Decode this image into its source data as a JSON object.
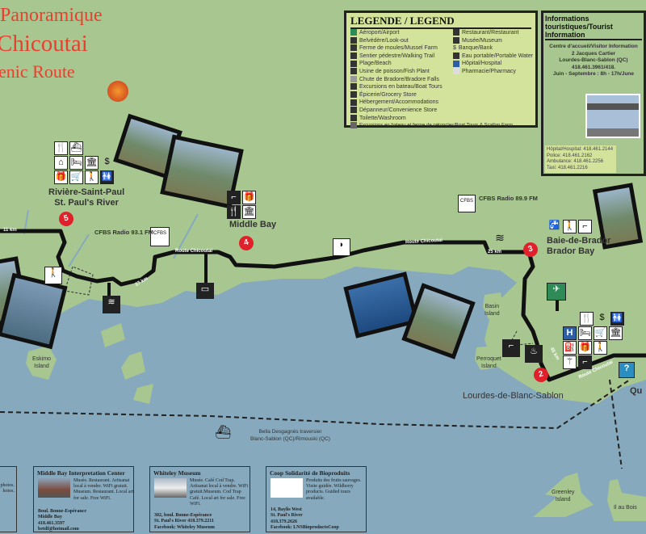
{
  "title": {
    "line1": "Panoramique",
    "line2": "Chicoutai",
    "line3": "enic Route"
  },
  "legend": {
    "heading": "LEGENDE / LEGEND",
    "left": [
      "Aéroport/Airport",
      "Belvédère/Look-out",
      "Ferme de moules/Mussel Farm",
      "Sentier pédestre/Walking Trail",
      "Plage/Beach",
      "Usine de poisson/Fish Plant",
      "Chute de Bradore/Bradore Falls",
      "Excursions en bateau/Boat Tours",
      "Épicerie/Grocery Store",
      "Hébergement/Accommodations",
      "Dépanneur/Convenience Store",
      "Toilette/Washroom"
    ],
    "right": [
      "Restaurant/Restaurant",
      "Musée/Museum",
      "Banque/Bank",
      "Eau portable/Portable Water",
      "Hôpital/Hospital",
      "Pharmacie/Pharmacy"
    ],
    "footer": "Excursions en bateau et ferme de pétoncles/Boat Tours & Scallop Farm"
  },
  "info": {
    "heading": "Informations touristiques/Tourist Information",
    "lines": [
      "Centre d'accueil/Visitor Information",
      "2 Jacques Cartier",
      "Lourdes-Blanc-Sablon (QC)",
      "418.461.3961/418.",
      "Juin - Septembre : 8h - 17h/June"
    ],
    "emergency": [
      "Hôpital/Hospital: 418.461.2144",
      "Police: 418.461.2162",
      "Ambulance: 418.461.2256",
      "Taxi: 418.461.2216"
    ]
  },
  "places": {
    "stpaul1": "Rivière-Saint-Paul",
    "stpaul2": "St. Paul's River",
    "middlebay": "Middle Bay",
    "bdb1": "Baie-de-Brador",
    "bdb2": "Brador Bay",
    "lbs": "Lourdes-de-Blanc-Sablon",
    "qu": "Qu",
    "eskimo1": "Eskimo",
    "eskimo2": "Island",
    "basin1": "Basin",
    "basin2": "Island",
    "perro1": "Perroquet",
    "perro2": "Island",
    "green1": "Greenley",
    "green2": "Island",
    "ilbois": "Il au Bois"
  },
  "radio": {
    "r1": "CFBS Radio 93.1 FM",
    "r2": "CFBS Radio 89.9 FM",
    "logo": "CFBS"
  },
  "roads": {
    "r1": "Route Chicoutai",
    "r2": "Route Chicoutai",
    "r3": "Route Chicoutai",
    "km11": "11 km",
    "km27": "27 km",
    "km25": "25 km",
    "km45": "45 km"
  },
  "pins": [
    "5",
    "4",
    "3",
    "2"
  ],
  "ferry": {
    "line1": "Bella Desgagnés traversier",
    "line2": "Blanc-Sablon (QC)/Rimouski (QC)"
  },
  "boxes": [
    {
      "frag": [
        "photos.",
        "hotos."
      ]
    },
    {
      "title": "Middle Bay Interpretation Center",
      "desc": "Musée. Restaurant. Artisanat local à vendre. WiFi gratuit. Museum. Restaurant. Local art for sale. Free WiFi.",
      "addr": [
        "Boul. Bonne-Espérance",
        "Middle Bay",
        "418.461.3597",
        "betdf@hotmail.com"
      ]
    },
    {
      "title": "Whiteley Museum",
      "desc": "Musée. Café Cod Trap. Artisanat local à vendre. WiFi gratuit.Museum. Cod Trap Café. Local art for sale. Free WiFi.",
      "addr": [
        "302, boul. Bonne-Espérance",
        "St. Paul's River 418.379.2211",
        "Facebook: Whiteley Museum"
      ]
    },
    {
      "title": "Coop Solidarité de Bioproduits",
      "desc": "Produits des fruits sauvages. Visite guidée. Wildberry products. Guided tours available.",
      "addr": [
        "14, Baylis West",
        "St. Paul's River",
        "418.379.2626",
        "Facebook: LNSBioproductsCoop"
      ]
    }
  ]
}
